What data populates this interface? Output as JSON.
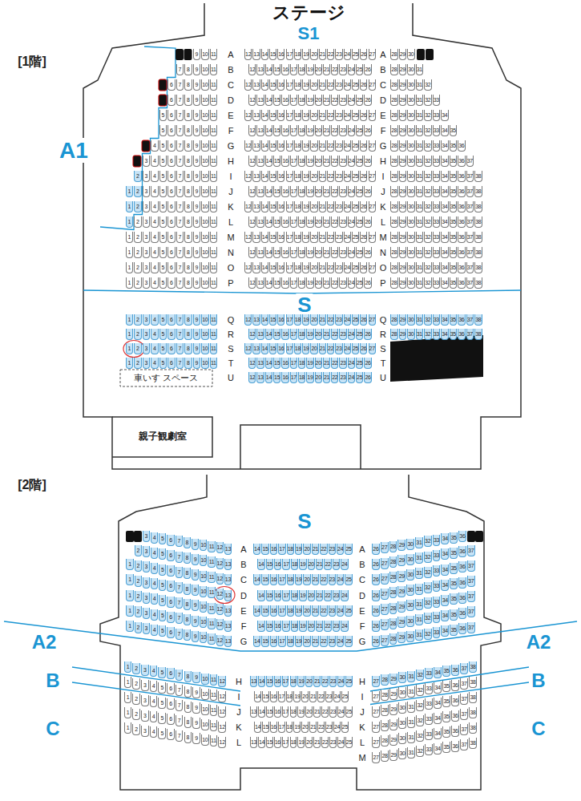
{
  "diagram": {
    "labels": [
      "ステージ",
      "S1",
      "[1階]",
      "A1",
      "S",
      "車いす スペース",
      "親子観劇室",
      "[2階]",
      "S",
      "A2",
      "A2",
      "B",
      "B",
      "C",
      "C",
      "9",
      "10",
      "11",
      "A",
      "12",
      "13",
      "14",
      "15",
      "16",
      "17",
      "18",
      "19",
      "20",
      "21",
      "22",
      "23",
      "24",
      "25",
      "26",
      "27",
      "A",
      "28",
      "29",
      "30",
      "7",
      "8",
      "9",
      "10",
      "11",
      "B",
      "12",
      "13",
      "14",
      "15",
      "16",
      "17",
      "18",
      "19",
      "20",
      "21",
      "22",
      "23",
      "24",
      "25",
      "26",
      "B",
      "28",
      "29",
      "30",
      "31",
      "6",
      "7",
      "8",
      "9",
      "10",
      "11",
      "C",
      "12",
      "13",
      "14",
      "15",
      "16",
      "17",
      "18",
      "19",
      "20",
      "21",
      "22",
      "23",
      "24",
      "25",
      "26",
      "27",
      "C",
      "28",
      "29",
      "30",
      "31",
      "32",
      "6",
      "7",
      "8",
      "9",
      "10",
      "11",
      "D",
      "12",
      "13",
      "14",
      "15",
      "16",
      "17",
      "18",
      "19",
      "20",
      "21",
      "22",
      "23",
      "24",
      "25",
      "26",
      "D",
      "28",
      "29",
      "30",
      "31",
      "32",
      "33",
      "5",
      "6",
      "7",
      "8",
      "9",
      "10",
      "11",
      "E",
      "12",
      "13",
      "14",
      "15",
      "16",
      "17",
      "18",
      "19",
      "20",
      "21",
      "22",
      "23",
      "24",
      "25",
      "26",
      "27",
      "E",
      "28",
      "29",
      "30",
      "31",
      "32",
      "33",
      "34",
      "5",
      "6",
      "7",
      "8",
      "9",
      "10",
      "11",
      "F",
      "12",
      "13",
      "14",
      "15",
      "16",
      "17",
      "18",
      "19",
      "20",
      "21",
      "22",
      "23",
      "24",
      "25",
      "26",
      "F",
      "28",
      "29",
      "30",
      "31",
      "32",
      "33",
      "34",
      "35",
      "4",
      "5",
      "6",
      "7",
      "8",
      "9",
      "10",
      "11",
      "G",
      "12",
      "13",
      "14",
      "15",
      "16",
      "17",
      "18",
      "19",
      "20",
      "21",
      "22",
      "23",
      "24",
      "25",
      "26",
      "27",
      "G",
      "28",
      "29",
      "30",
      "31",
      "32",
      "33",
      "34",
      "35",
      "36",
      "3",
      "4",
      "5",
      "6",
      "7",
      "8",
      "9",
      "10",
      "11",
      "H",
      "12",
      "13",
      "14",
      "15",
      "16",
      "17",
      "18",
      "19",
      "20",
      "21",
      "22",
      "23",
      "24",
      "25",
      "26",
      "H",
      "28",
      "29",
      "30",
      "31",
      "32",
      "33",
      "34",
      "35",
      "36",
      "37",
      "2",
      "3",
      "4",
      "5",
      "6",
      "7",
      "8",
      "9",
      "10",
      "11",
      "I",
      "12",
      "13",
      "14",
      "15",
      "16",
      "17",
      "18",
      "19",
      "20",
      "21",
      "22",
      "23",
      "24",
      "25",
      "26",
      "27",
      "I",
      "28",
      "29",
      "30",
      "31",
      "32",
      "33",
      "34",
      "35",
      "36",
      "37",
      "38",
      "1",
      "2",
      "3",
      "4",
      "5",
      "6",
      "7",
      "8",
      "9",
      "10",
      "11",
      "J",
      "12",
      "13",
      "14",
      "15",
      "16",
      "17",
      "18",
      "19",
      "20",
      "21",
      "22",
      "23",
      "24",
      "25",
      "26",
      "J",
      "28",
      "29",
      "30",
      "31",
      "32",
      "33",
      "34",
      "35",
      "36",
      "37",
      "38",
      "1",
      "2",
      "3",
      "4",
      "5",
      "6",
      "7",
      "8",
      "9",
      "10",
      "11",
      "K",
      "12",
      "13",
      "14",
      "15",
      "16",
      "17",
      "18",
      "19",
      "20",
      "21",
      "22",
      "23",
      "24",
      "25",
      "26",
      "27",
      "K",
      "28",
      "29",
      "30",
      "31",
      "32",
      "33",
      "34",
      "35",
      "36",
      "37",
      "38",
      "1",
      "2",
      "3",
      "4",
      "5",
      "6",
      "7",
      "8",
      "9",
      "10",
      "11",
      "L",
      "12",
      "13",
      "14",
      "15",
      "16",
      "17",
      "18",
      "19",
      "20",
      "21",
      "22",
      "23",
      "24",
      "25",
      "26",
      "L",
      "28",
      "29",
      "30",
      "31",
      "32",
      "33",
      "34",
      "35",
      "36",
      "37",
      "38",
      "1",
      "2",
      "3",
      "4",
      "5",
      "6",
      "7",
      "8",
      "9",
      "10",
      "11",
      "M",
      "12",
      "13",
      "14",
      "15",
      "16",
      "17",
      "18",
      "19",
      "20",
      "21",
      "22",
      "23",
      "24",
      "25",
      "26",
      "27",
      "M",
      "28",
      "29",
      "30",
      "31",
      "32",
      "33",
      "34",
      "35",
      "36",
      "37",
      "38",
      "1",
      "2",
      "3",
      "4",
      "5",
      "6",
      "7",
      "8",
      "9",
      "10",
      "11",
      "N",
      "12",
      "13",
      "14",
      "15",
      "16",
      "17",
      "18",
      "19",
      "20",
      "21",
      "22",
      "23",
      "24",
      "25",
      "26",
      "N",
      "28",
      "29",
      "30",
      "31",
      "32",
      "33",
      "34",
      "35",
      "36",
      "37",
      "38",
      "1",
      "2",
      "3",
      "4",
      "5",
      "6",
      "7",
      "8",
      "9",
      "10",
      "11",
      "O",
      "12",
      "13",
      "14",
      "15",
      "16",
      "17",
      "18",
      "19",
      "20",
      "21",
      "22",
      "23",
      "24",
      "25",
      "26",
      "27",
      "O",
      "28",
      "29",
      "30",
      "31",
      "32",
      "33",
      "34",
      "35",
      "36",
      "37",
      "38",
      "1",
      "2",
      "3",
      "4",
      "5",
      "6",
      "7",
      "8",
      "9",
      "10",
      "11",
      "P",
      "12",
      "13",
      "14",
      "15",
      "16",
      "17",
      "18",
      "19",
      "20",
      "21",
      "22",
      "23",
      "24",
      "25",
      "26",
      "P",
      "28",
      "29",
      "30",
      "31",
      "32",
      "33",
      "34",
      "35",
      "36",
      "37",
      "38",
      "1",
      "2",
      "3",
      "4",
      "5",
      "6",
      "7",
      "8",
      "9",
      "10",
      "11",
      "Q",
      "12",
      "13",
      "14",
      "15",
      "16",
      "17",
      "18",
      "19",
      "20",
      "21",
      "22",
      "23",
      "24",
      "25",
      "26",
      "27",
      "Q",
      "28",
      "29",
      "30",
      "31",
      "32",
      "33",
      "34",
      "35",
      "36",
      "37",
      "38",
      "1",
      "2",
      "3",
      "4",
      "5",
      "6",
      "7",
      "8",
      "9",
      "10",
      "11",
      "R",
      "12",
      "13",
      "14",
      "15",
      "16",
      "17",
      "18",
      "19",
      "20",
      "21",
      "22",
      "23",
      "24",
      "25",
      "26",
      "R",
      "28",
      "29",
      "30",
      "31",
      "32",
      "33",
      "34",
      "35",
      "36",
      "37",
      "38",
      "1",
      "2",
      "3",
      "4",
      "5",
      "6",
      "7",
      "8",
      "9",
      "10",
      "11",
      "S",
      "12",
      "13",
      "14",
      "15",
      "16",
      "17",
      "18",
      "19",
      "20",
      "21",
      "22",
      "23",
      "24",
      "25",
      "26",
      "27",
      "S",
      "1",
      "2",
      "3",
      "4",
      "5",
      "6",
      "7",
      "8",
      "9",
      "10",
      "11",
      "T",
      "12",
      "13",
      "14",
      "15",
      "16",
      "17",
      "18",
      "19",
      "20",
      "21",
      "22",
      "23",
      "24",
      "25",
      "26",
      "T",
      "U",
      "12",
      "13",
      "14",
      "15",
      "16",
      "17",
      "18",
      "19",
      "20",
      "21",
      "22",
      "23",
      "24",
      "25",
      "26",
      "U",
      "3",
      "4",
      "5",
      "6",
      "7",
      "8",
      "9",
      "10",
      "11",
      "12",
      "13",
      "A",
      "14",
      "15",
      "16",
      "17",
      "18",
      "19",
      "20",
      "21",
      "22",
      "23",
      "24",
      "25",
      "A",
      "26",
      "27",
      "28",
      "29",
      "30",
      "31",
      "32",
      "33",
      "34",
      "35",
      "36",
      "2",
      "3",
      "4",
      "5",
      "6",
      "7",
      "8",
      "9",
      "10",
      "11",
      "12",
      "13",
      "B",
      "14",
      "15",
      "16",
      "17",
      "18",
      "19",
      "20",
      "21",
      "22",
      "23",
      "24",
      "B",
      "26",
      "27",
      "28",
      "29",
      "30",
      "31",
      "32",
      "33",
      "34",
      "35",
      "36",
      "37",
      "1",
      "2",
      "3",
      "4",
      "5",
      "6",
      "7",
      "8",
      "9",
      "10",
      "11",
      "12",
      "13",
      "C",
      "14",
      "15",
      "16",
      "17",
      "18",
      "19",
      "20",
      "21",
      "22",
      "23",
      "24",
      "25",
      "C",
      "26",
      "27",
      "28",
      "29",
      "30",
      "31",
      "32",
      "33",
      "34",
      "35",
      "36",
      "37",
      "1",
      "2",
      "3",
      "4",
      "5",
      "6",
      "7",
      "8",
      "9",
      "10",
      "11",
      "12",
      "13",
      "D",
      "14",
      "15",
      "16",
      "17",
      "18",
      "19",
      "20",
      "21",
      "22",
      "23",
      "24",
      "D",
      "26",
      "27",
      "28",
      "29",
      "30",
      "31",
      "32",
      "33",
      "34",
      "35",
      "36",
      "37",
      "1",
      "2",
      "3",
      "4",
      "5",
      "6",
      "7",
      "8",
      "9",
      "10",
      "11",
      "12",
      "13",
      "E",
      "14",
      "15",
      "16",
      "17",
      "18",
      "19",
      "20",
      "21",
      "22",
      "23",
      "24",
      "25",
      "E",
      "26",
      "27",
      "28",
      "29",
      "30",
      "31",
      "32",
      "33",
      "34",
      "35",
      "36",
      "37",
      "1",
      "2",
      "3",
      "4",
      "5",
      "6",
      "7",
      "8",
      "9",
      "10",
      "11",
      "12",
      "13",
      "F",
      "14",
      "15",
      "16",
      "17",
      "18",
      "19",
      "20",
      "21",
      "22",
      "23",
      "24",
      "F",
      "26",
      "27",
      "28",
      "29",
      "30",
      "31",
      "32",
      "33",
      "34",
      "35",
      "36",
      "37",
      "1",
      "2",
      "3",
      "4",
      "5",
      "6",
      "7",
      "8",
      "9",
      "10",
      "11",
      "12",
      "13",
      "G",
      "14",
      "15",
      "16",
      "17",
      "18",
      "19",
      "20",
      "21",
      "22",
      "23",
      "24",
      "25",
      "G",
      "26",
      "27",
      "28",
      "29",
      "30",
      "31",
      "32",
      "33",
      "34",
      "35",
      "36",
      "37",
      "1",
      "2",
      "3",
      "4",
      "5",
      "6",
      "7",
      "8",
      "9",
      "10",
      "11",
      "12",
      "H",
      "13",
      "14",
      "15",
      "16",
      "17",
      "18",
      "19",
      "20",
      "21",
      "22",
      "23",
      "24",
      "25",
      "H",
      "27",
      "28",
      "29",
      "30",
      "31",
      "32",
      "33",
      "34",
      "35",
      "36",
      "37",
      "38",
      "1",
      "2",
      "3",
      "4",
      "5",
      "6",
      "7",
      "8",
      "9",
      "10",
      "11",
      "12",
      "I",
      "14",
      "15",
      "16",
      "17",
      "18",
      "19",
      "20",
      "21",
      "22",
      "23",
      "24",
      "25",
      "I",
      "27",
      "28",
      "29",
      "30",
      "31",
      "32",
      "33",
      "34",
      "35",
      "36",
      "37",
      "38",
      "1",
      "2",
      "3",
      "4",
      "5",
      "6",
      "7",
      "8",
      "9",
      "10",
      "11",
      "12",
      "J",
      "13",
      "14",
      "15",
      "16",
      "17",
      "18",
      "19",
      "20",
      "21",
      "22",
      "23",
      "24",
      "25",
      "J",
      "27",
      "28",
      "29",
      "30",
      "31",
      "32",
      "33",
      "34",
      "35",
      "36",
      "37",
      "38",
      "1",
      "2",
      "3",
      "4",
      "5",
      "6",
      "7",
      "8",
      "9",
      "10",
      "11",
      "12",
      "K",
      "14",
      "15",
      "16",
      "17",
      "18",
      "19",
      "20",
      "21",
      "22",
      "23",
      "24",
      "25",
      "K",
      "27",
      "28",
      "29",
      "30",
      "31",
      "32",
      "33",
      "34",
      "35",
      "36",
      "37",
      "38",
      "1",
      "2",
      "3",
      "4",
      "5",
      "6",
      "7",
      "8",
      "9",
      "10",
      "11",
      "12",
      "L",
      "13",
      "14",
      "15",
      "16",
      "17",
      "18",
      "19",
      "20",
      "21",
      "22",
      "23",
      "24",
      "25",
      "L",
      "27",
      "28",
      "29",
      "30",
      "31",
      "32",
      "33",
      "34",
      "35",
      "36",
      "37",
      "38",
      "M",
      "27",
      "28",
      "29",
      "30",
      "31",
      "32",
      "33",
      "34",
      "35",
      "36",
      "37",
      "38"
    ]
  }
}
